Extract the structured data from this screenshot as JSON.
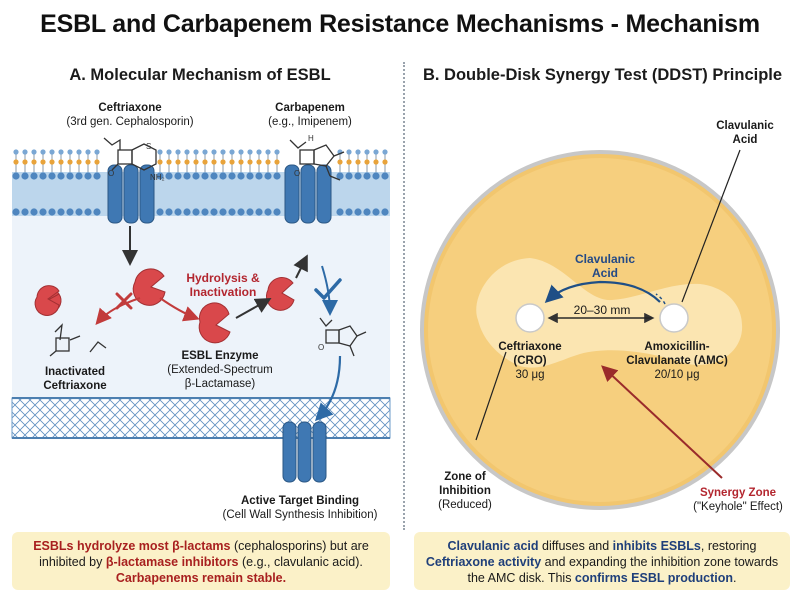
{
  "title": "ESBL and Carbapenem Resistance Mechanisms - Mechanism",
  "panel_a": {
    "title": "A. Molecular Mechanism of ESBL",
    "ceftriaxone": {
      "name": "Ceftriaxone",
      "sub": "(3rd gen. Cephalosporin)"
    },
    "carbapenem": {
      "name": "Carbapenem",
      "sub": "(e.g., Imipenem)"
    },
    "hydrolysis": {
      "line1": "Hydrolysis &",
      "line2": "Inactivation"
    },
    "inactivated": {
      "line1": "Inactivated",
      "line2": "Ceftriaxone"
    },
    "enzyme": {
      "name": "ESBL Enzyme",
      "sub1": "(Extended-Spectrum",
      "sub2": "β-Lactamase)"
    },
    "target": {
      "name": "Active Target Binding",
      "sub": "(Cell Wall Synthesis Inhibition)"
    },
    "molecule_nh2": "NH₂",
    "molecule_h": "H",
    "caption": {
      "p1": "ESBLs hydrolyze most β-lactams",
      "p2": " (cephalosporins) but are inhibited by ",
      "p3": "β-lactamase inhibitors",
      "p4": " (e.g., clavulanic acid). ",
      "p5": "Carbapenems remain stable."
    }
  },
  "panel_b": {
    "title": "B. Double-Disk Synergy Test (DDST) Principle",
    "clav_top": {
      "line1": "Clavulanic",
      "line2": "Acid"
    },
    "clav_inner": {
      "line1": "Clavulanic",
      "line2": "Acid"
    },
    "distance": "20–30 mm",
    "cro": {
      "line1": "Ceftriaxone",
      "line2": "(CRO)",
      "line3": "30 μg"
    },
    "amc": {
      "line1": "Amoxicillin-",
      "line2": "Clavulanate (AMC)",
      "line3": "20/10 μg"
    },
    "zone": {
      "line1": "Zone of",
      "line2": "Inhibition",
      "line3": "(Reduced)"
    },
    "synergy": {
      "line1": "Synergy Zone",
      "line2": "(\"Keyhole\" Effect)"
    },
    "caption": {
      "p1": "Clavulanic acid",
      "p2": " diffuses and ",
      "p3": "inhibits ESBLs",
      "p4": ", restoring ",
      "p5": "Ceftriaxone activity",
      "p6": " and expanding the inhibition zone towards the AMC disk. This ",
      "p7": "confirms ESBL production",
      "p8": "."
    }
  },
  "colors": {
    "membrane_blue": "#7fb0d8",
    "enzyme_red": "#d9484b",
    "agar_yellow": "#f6cf7e",
    "zone_cream": "#fbe6b4",
    "caption_bg": "#fbf1c8"
  }
}
